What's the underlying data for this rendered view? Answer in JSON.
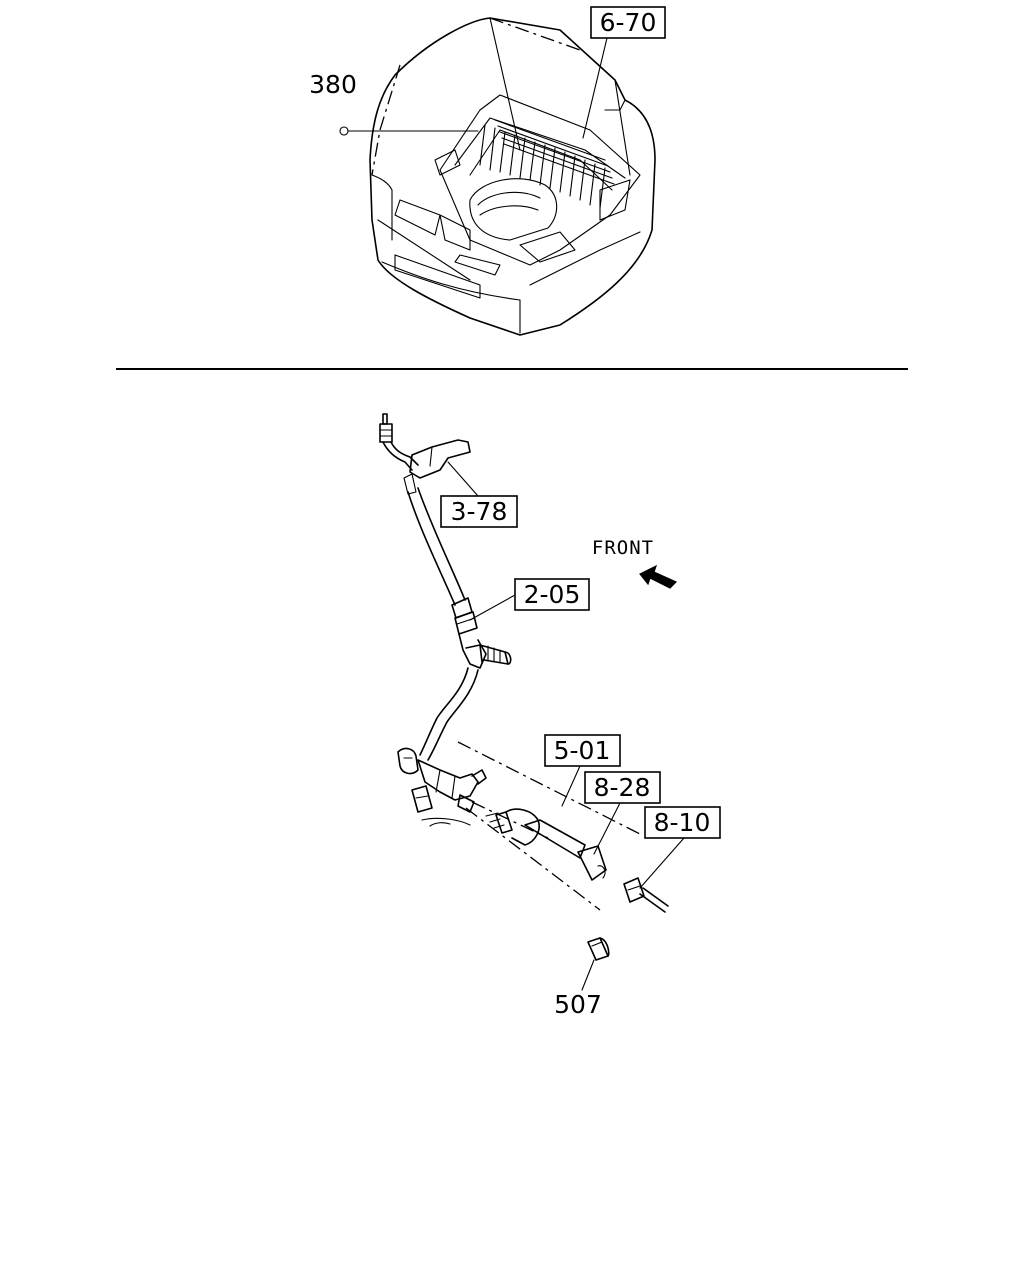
{
  "callouts": {
    "ref_6_70": "6-70",
    "ref_380": "380",
    "ref_3_78": "3-78",
    "ref_2_05": "2-05",
    "ref_5_01": "5-01",
    "ref_8_28": "8-28",
    "ref_8_10": "8-10",
    "ref_507": "507"
  },
  "front_label": "FRONT",
  "colors": {
    "line": "#000000",
    "background": "#ffffff"
  }
}
